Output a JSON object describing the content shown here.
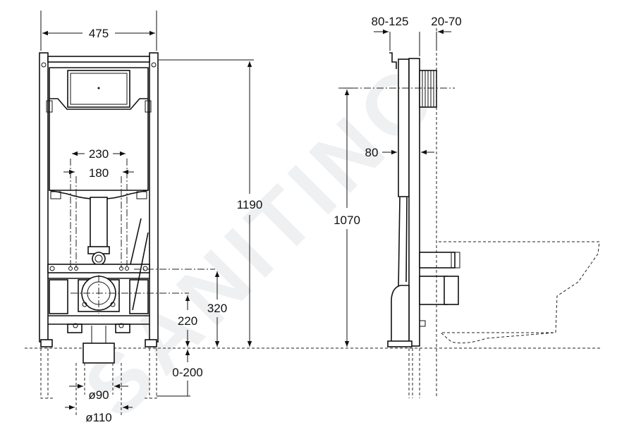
{
  "watermark": "SANITINO",
  "front_view": {
    "width_label": "475",
    "spacing_outer_label": "230",
    "spacing_inner_label": "180",
    "height_label": "1190",
    "crossbar_height_label": "320",
    "outlet_height_label": "220",
    "leg_adjust_label": "0-200",
    "pipe_small_label": "ø90",
    "pipe_large_label": "ø110"
  },
  "side_view": {
    "depth_label": "80-125",
    "wall_gap_label": "20-70",
    "frame_depth_label": "80",
    "flush_height_label": "1070"
  },
  "colors": {
    "line": "#111111",
    "watermark": "#eef0f2"
  }
}
